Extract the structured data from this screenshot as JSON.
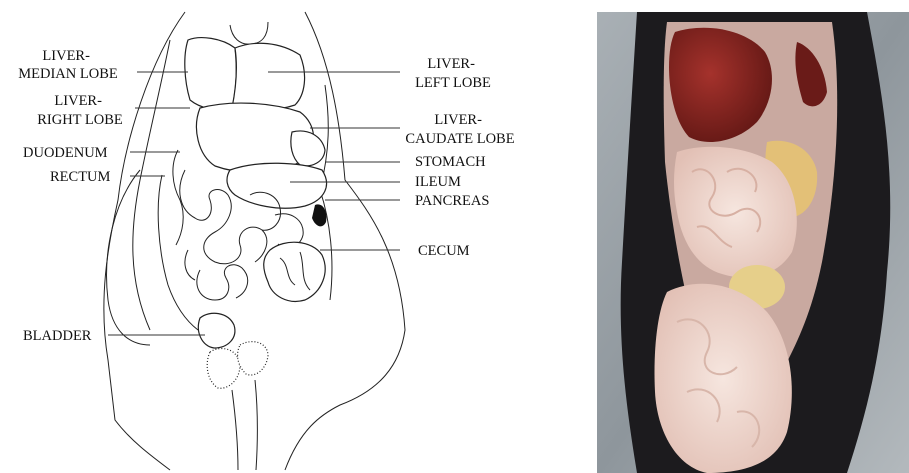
{
  "diagram": {
    "labels": {
      "liver_median_lobe": [
        "LIVER-",
        "MEDIAN LOBE"
      ],
      "liver_right_lobe": [
        "LIVER-",
        "RIGHT LOBE"
      ],
      "duodenum": "DUODENUM",
      "rectum": "RECTUM",
      "liver_left_lobe": [
        "LIVER-",
        "LEFT LOBE"
      ],
      "liver_caudate_lobe": [
        "LIVER-",
        "CAUDATE LOBE"
      ],
      "stomach": "STOMACH",
      "ileum": "ILEUM",
      "pancreas": "PANCREAS",
      "cecum": "CECUM",
      "bladder": "BLADDER"
    }
  },
  "colors": {
    "line": "#222222",
    "photo_background": "#9aa2a8",
    "fur": "#1c1b1e",
    "liver": "#7a1f1c",
    "intestine": "#efd6cc",
    "fat": "#e8c470"
  }
}
